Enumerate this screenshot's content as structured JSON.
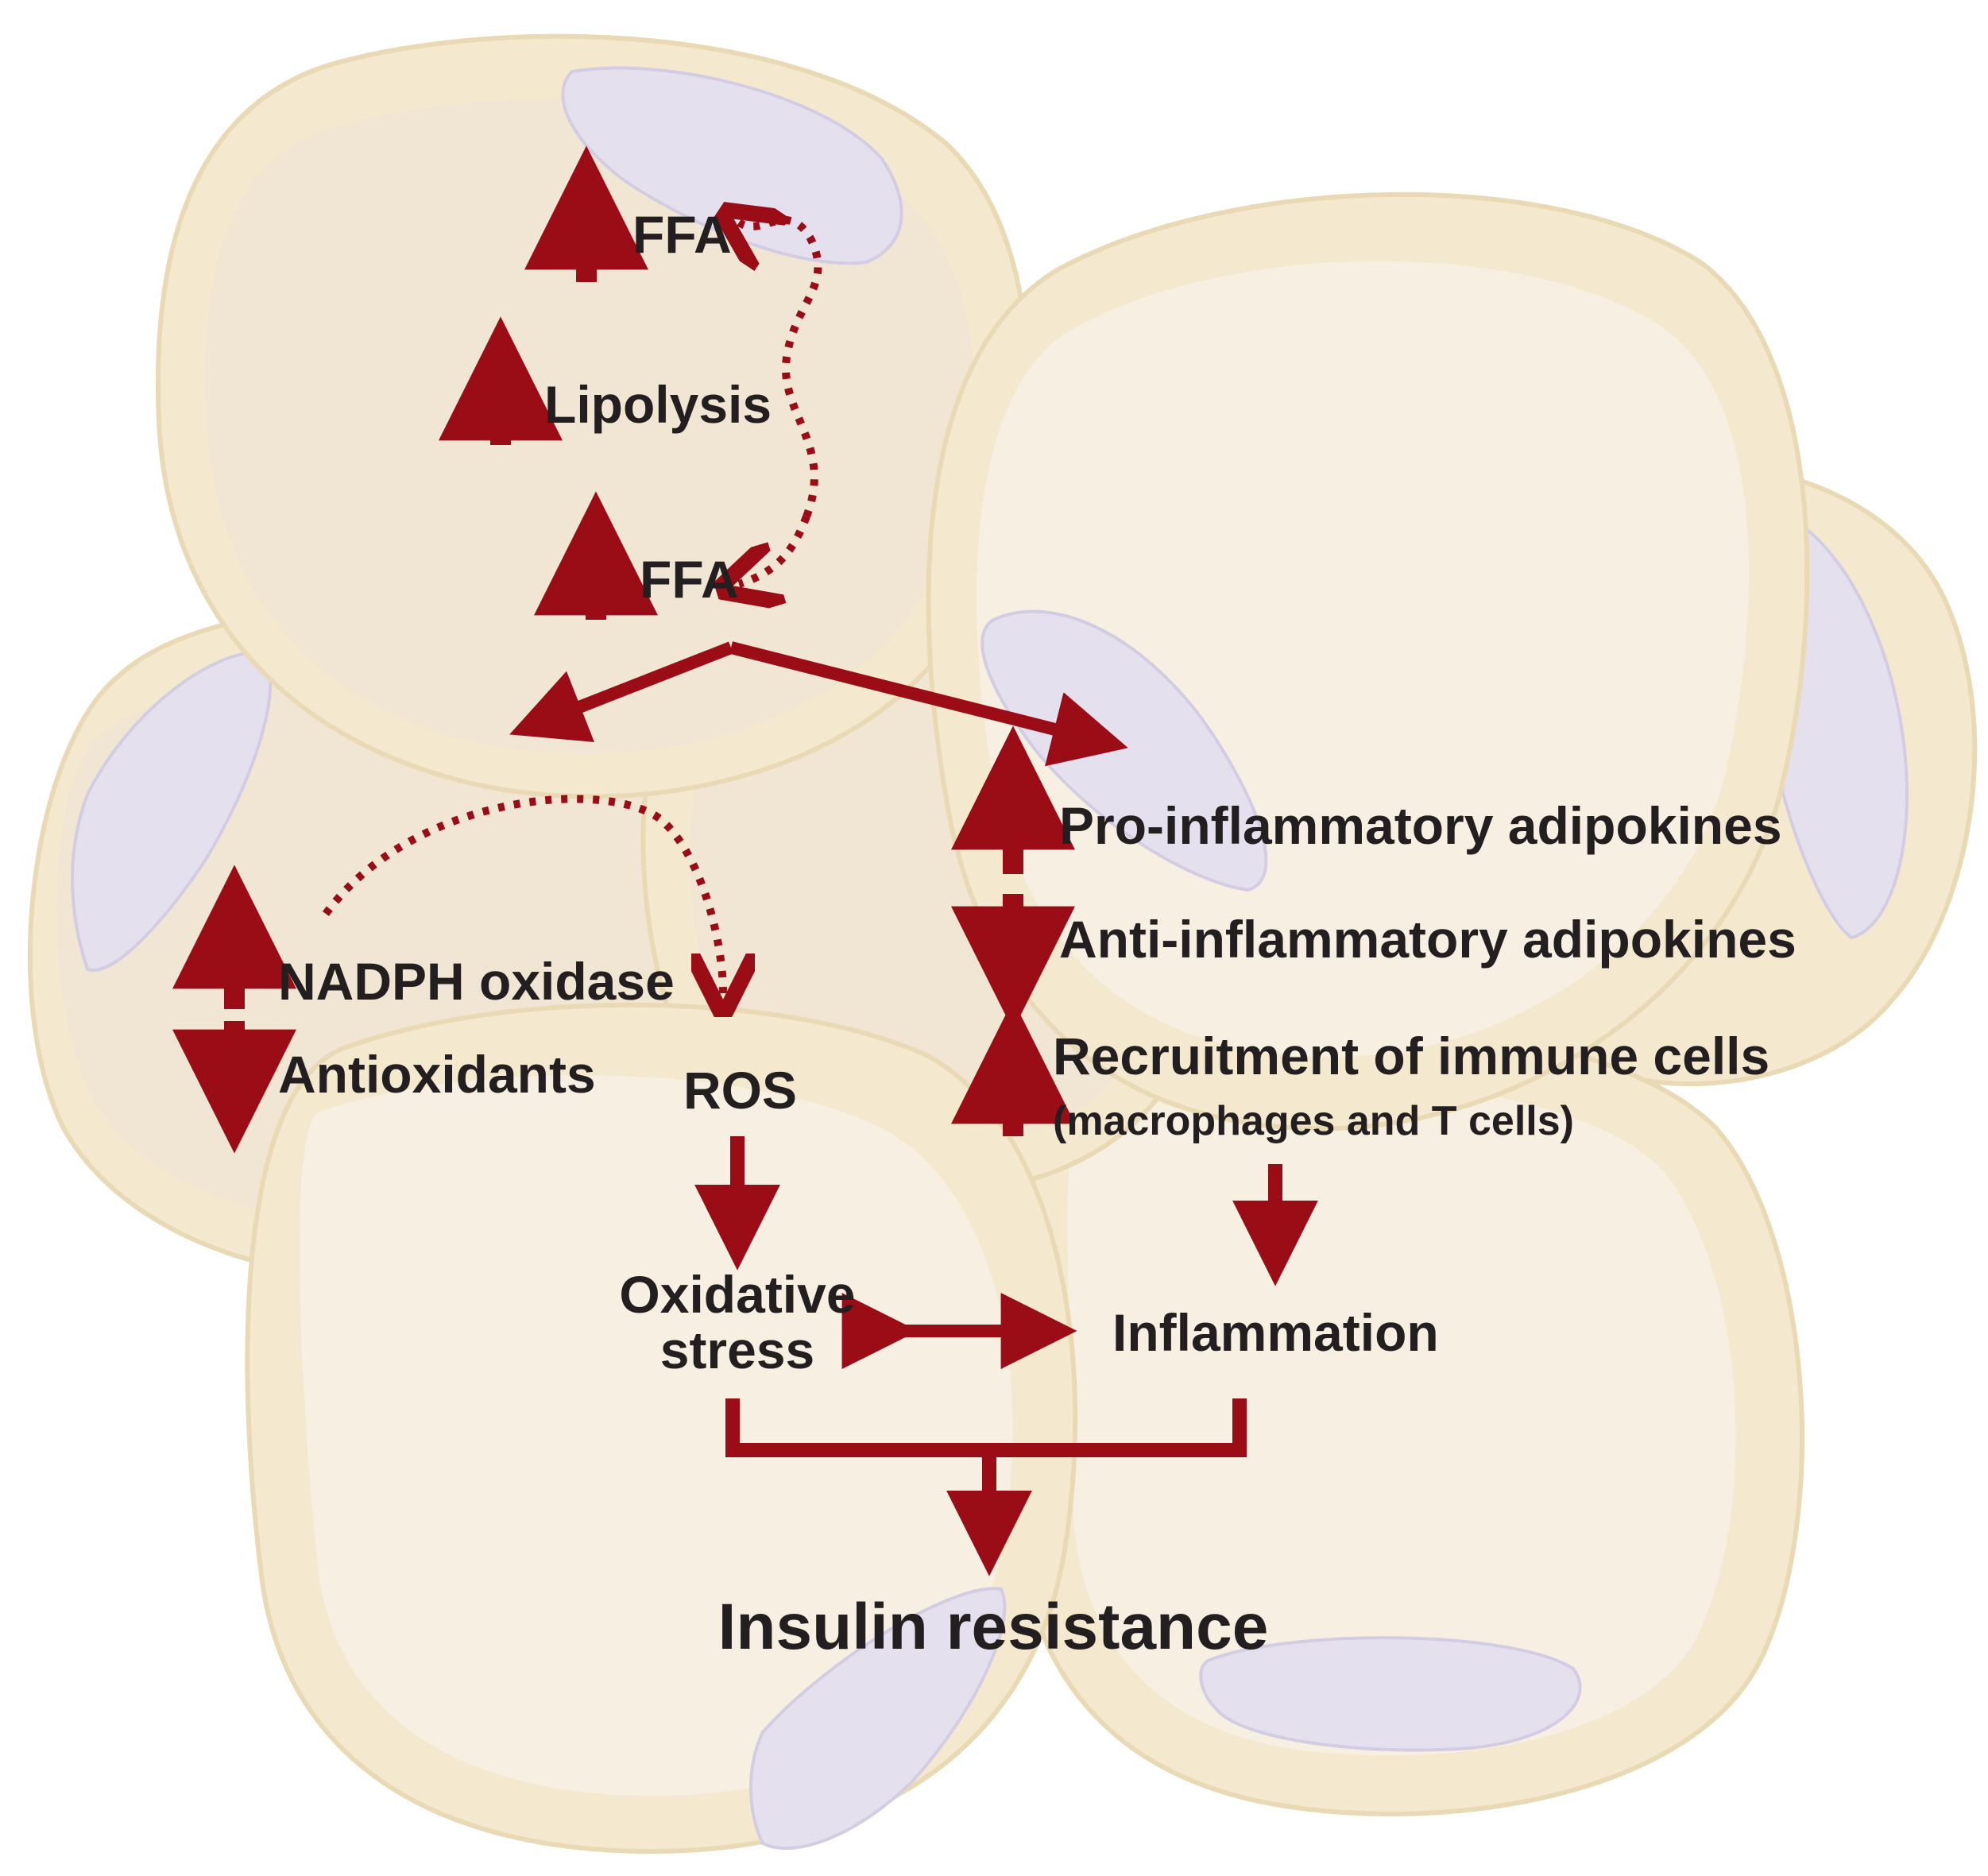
{
  "colors": {
    "arrow": "#9b0d16",
    "text": "#231f20",
    "cell_membrane": "#f4e9cf",
    "cell_body": "#f1e6d3",
    "nucleus": "#e4e0ee"
  },
  "labels": {
    "ffa_top": "FFA",
    "lipolysis": "Lipolysis",
    "ffa_bottom": "FFA",
    "pro_inflammatory": "Pro-inflammatory adipokines",
    "anti_inflammatory": "Anti-inflammatory adipokines",
    "recruitment": "Recruitment of immune cells",
    "recruitment_detail": "(macrophages and T cells)",
    "nadph_oxidase": "NADPH oxidase",
    "antioxidants": "Antioxidants",
    "ros": "ROS",
    "oxidative_line1": "Oxidative",
    "oxidative_line2": "stress",
    "inflammation": "Inflammation",
    "insulin_resistance": "Insulin resistance"
  }
}
